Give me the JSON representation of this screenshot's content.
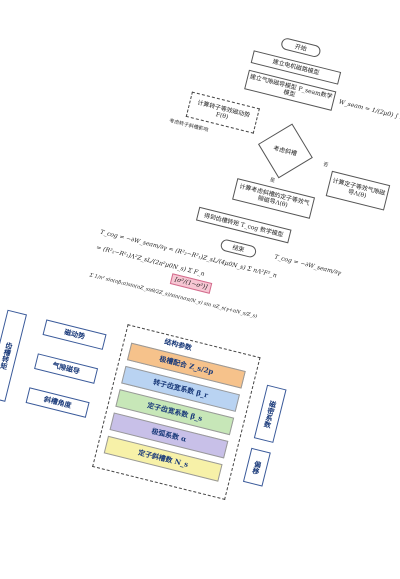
{
  "flow": {
    "start": "开始",
    "step1": "建立电机磁路模型",
    "step2": "建立气隙磁导模型 P_seam数学模型",
    "formula_w": "W_seam = 1/(2μ0) ∫ F²(θ)Λ²(θ)dv",
    "step3": "计算转子等效磁动势F(θ)",
    "note_skew": "考虑转子斜槽影响",
    "decision": "考虑斜槽",
    "yes": "是",
    "no": "否",
    "step4": "计算考虑斜槽的定子等效气隙磁导Λ(θ)",
    "step5": "计算定子等效气隙磁导Λ(θ)",
    "step6": "得到齿槽转矩 T_cog 数学模型",
    "end": "结束",
    "tcog_rhs": "T_cog = −∂W_seam/∂γ",
    "eq1": "T_cog = −∂W_seam/∂γ = (R²₂−R²₁)Z_sL/(4μ0N_s) Σ nΛ²F²_n",
    "eq2": "= (R²₂−R²₁)Λ²Z_sL/(2π²μ0N_s) Σ F_n",
    "eq3": "Σ 1/n² sin(nβ₁π)sin(nZ_sπθ/2Z_s)/sin(nσπ/N_s) sin nZ_s(γ+πN_s/Z_s)",
    "pink_term": "[σ²/(1−σ²)]"
  },
  "bottom": {
    "left_title": "齿槽转矩",
    "in1": "磁动势",
    "in2": "气隙磁导",
    "in3": "斜槽角度",
    "center_title": "结构参数",
    "items": [
      "极槽配合 Z_s/2p",
      "转子齿宽系数 β_r",
      "定子齿宽系数 β_s",
      "极弧系数 α",
      "定子斜槽数 N_s"
    ],
    "right1": "磁密系数",
    "right2": "偏移"
  },
  "colors": {
    "band_orange": "#f6c28b",
    "band_blue": "#b9d3f2",
    "band_green": "#c7e7b8",
    "band_purple": "#c8c0e8",
    "band_yellow": "#f7f1a8",
    "pink": "#f7c6d3"
  }
}
